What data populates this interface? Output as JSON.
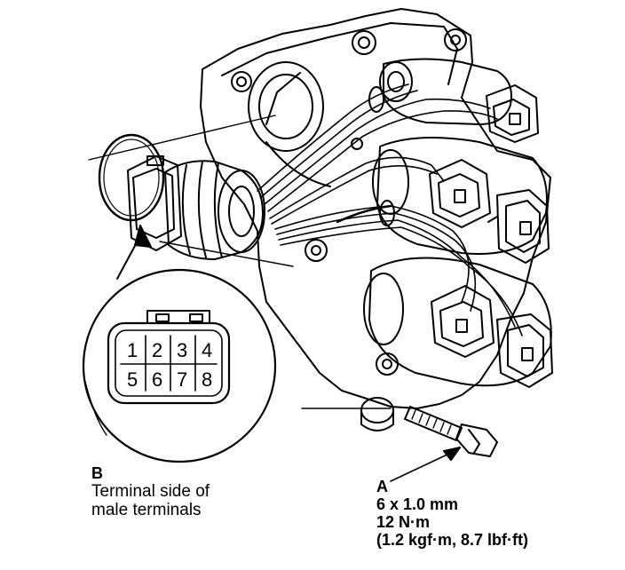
{
  "callout_b": {
    "letter": "B",
    "line1": "Terminal side of",
    "line2": "male terminals"
  },
  "callout_a": {
    "letter": "A",
    "line1": "6 x 1.0 mm",
    "line2": "12 N·m",
    "line3": "(1.2 kgf·m, 8.7 lbf·ft)"
  },
  "connector_pins": {
    "top_row": [
      "1",
      "2",
      "3",
      "4"
    ],
    "bottom_row": [
      "5",
      "6",
      "7",
      "8"
    ]
  },
  "colors": {
    "line": "#000000",
    "background": "#ffffff"
  }
}
